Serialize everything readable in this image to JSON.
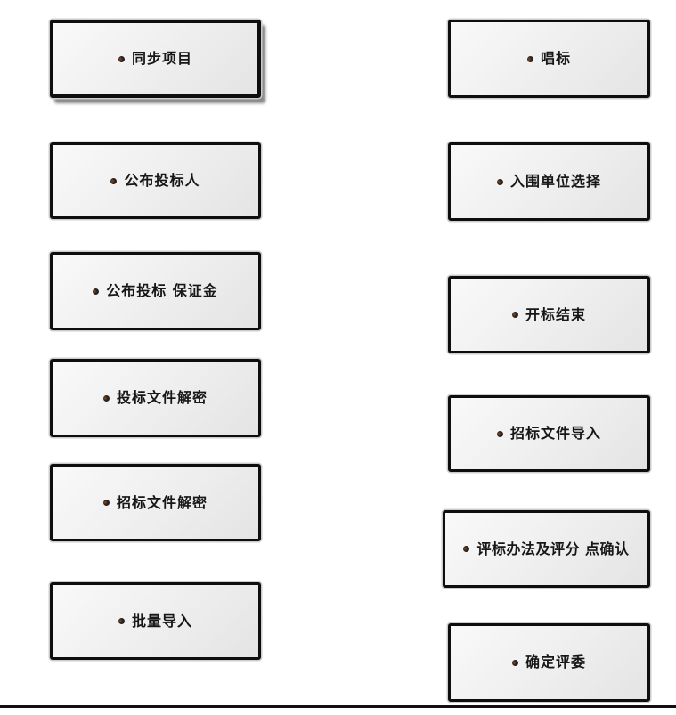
{
  "colors": {
    "page_background": "#ffffff",
    "button_border": "#0e0e0e",
    "button_face_light": "#f9f9f9",
    "button_face_dark": "#e4e4e4",
    "button_halo": "#cccccc",
    "label_text": "#171717",
    "bullet_brown": "#8a4a14",
    "bullet_blue": "#1c2a4a",
    "bottom_divider": "#101010"
  },
  "bullet_glyph": "•",
  "buttons": [
    {
      "label": "同步项目",
      "active": true
    },
    {
      "label": "公布投标人",
      "active": false
    },
    {
      "label": "公布投标 保证金",
      "active": false
    },
    {
      "label": "投标文件解密",
      "active": false
    },
    {
      "label": "招标文件解密",
      "active": false
    },
    {
      "label": "批量导入",
      "active": false
    },
    {
      "label": "唱标",
      "active": false
    },
    {
      "label": "入围单位选择",
      "active": false
    },
    {
      "label": "开标结束",
      "active": false
    },
    {
      "label": "招标文件导入",
      "active": false
    },
    {
      "label": "评标办法及评分 点确认",
      "active": false
    },
    {
      "label": "确定评委",
      "active": false
    }
  ]
}
